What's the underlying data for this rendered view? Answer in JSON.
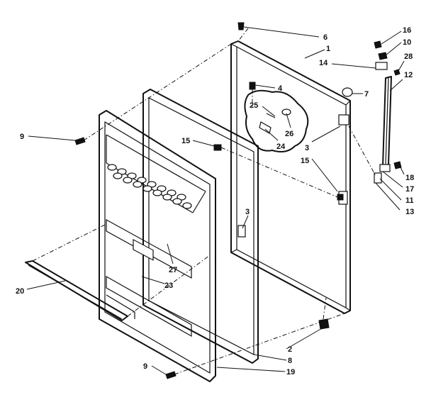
{
  "callouts": [
    {
      "id": "c1",
      "text": "6"
    },
    {
      "id": "c2",
      "text": "1"
    },
    {
      "id": "c3",
      "text": "16"
    },
    {
      "id": "c4",
      "text": "10"
    },
    {
      "id": "c5",
      "text": "14"
    },
    {
      "id": "c6",
      "text": "28"
    },
    {
      "id": "c7",
      "text": "12"
    },
    {
      "id": "c8",
      "text": "4"
    },
    {
      "id": "c9",
      "text": "7"
    },
    {
      "id": "c10",
      "text": "25"
    },
    {
      "id": "c11",
      "text": "26"
    },
    {
      "id": "c12",
      "text": "24"
    },
    {
      "id": "c13",
      "text": "3"
    },
    {
      "id": "c14",
      "text": "15"
    },
    {
      "id": "c15",
      "text": "9"
    },
    {
      "id": "c16",
      "text": "15"
    },
    {
      "id": "c17",
      "text": "18"
    },
    {
      "id": "c18",
      "text": "17"
    },
    {
      "id": "c19",
      "text": "11"
    },
    {
      "id": "c20",
      "text": "13"
    },
    {
      "id": "c21",
      "text": "3"
    },
    {
      "id": "c22",
      "text": "27"
    },
    {
      "id": "c23",
      "text": "20"
    },
    {
      "id": "c24",
      "text": "23"
    },
    {
      "id": "c25",
      "text": "2"
    },
    {
      "id": "c26",
      "text": "8"
    },
    {
      "id": "c27",
      "text": "9"
    },
    {
      "id": "c28",
      "text": "19"
    }
  ]
}
